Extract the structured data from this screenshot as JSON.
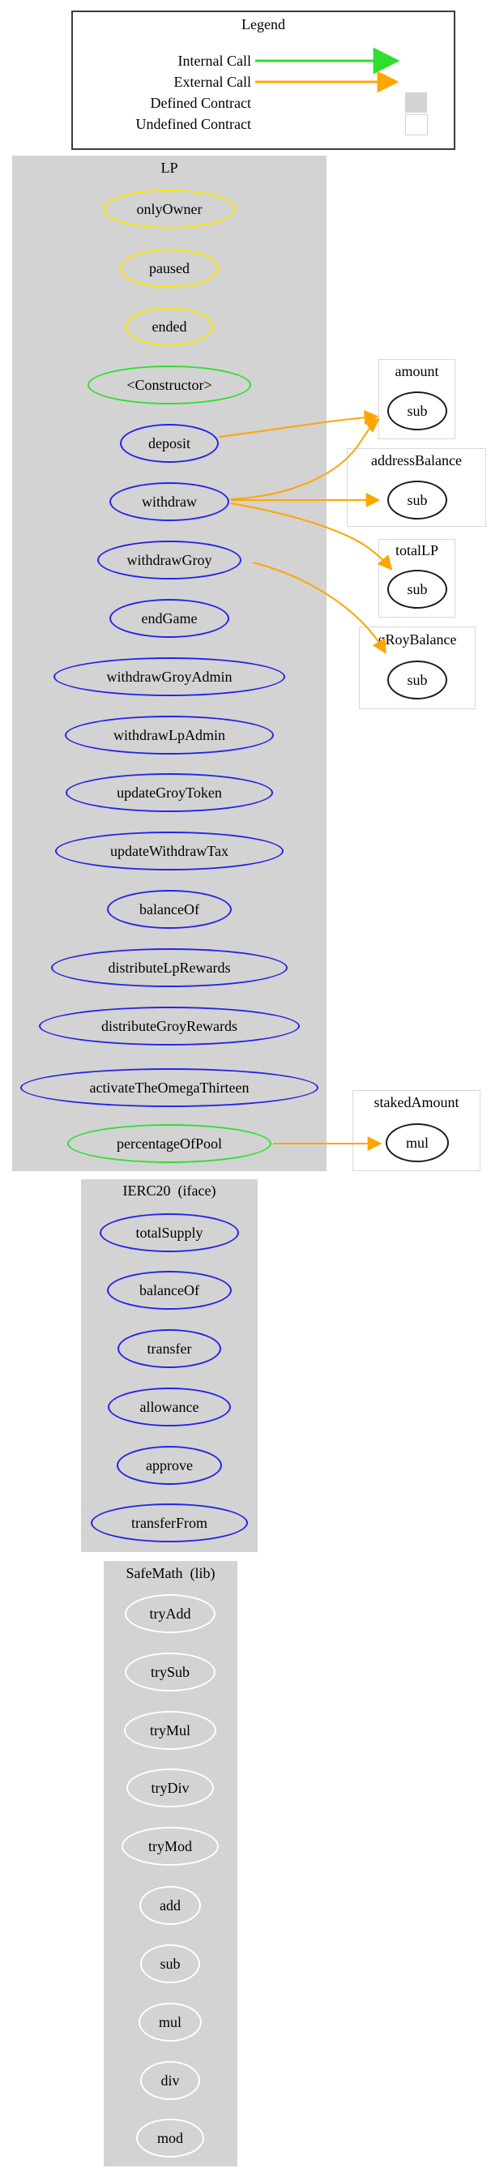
{
  "legend": {
    "title": "Legend",
    "items": [
      {
        "label": "Internal Call",
        "symbol": "green-arrow",
        "color": "#2fdf2f"
      },
      {
        "label": "External Call",
        "symbol": "orange-arrow",
        "color": "#ffa500"
      },
      {
        "label": "Defined Contract",
        "symbol": "filled-box",
        "color": "#d3d3d3"
      },
      {
        "label": "Undefined Contract",
        "symbol": "outlined-box",
        "color": "#ffffff"
      }
    ]
  },
  "clusters": [
    {
      "title": "LP",
      "nodes": [
        {
          "label": "onlyOwner",
          "stroke": "#ffe800"
        },
        {
          "label": "paused",
          "stroke": "#ffe800"
        },
        {
          "label": "ended",
          "stroke": "#ffe800"
        },
        {
          "label": "<Constructor>",
          "stroke": "#2fdf2f"
        },
        {
          "label": "deposit",
          "stroke": "#2424e8"
        },
        {
          "label": "withdraw",
          "stroke": "#2424e8"
        },
        {
          "label": "withdrawGroy",
          "stroke": "#2424e8"
        },
        {
          "label": "endGame",
          "stroke": "#2424e8"
        },
        {
          "label": "withdrawGroyAdmin",
          "stroke": "#2424e8"
        },
        {
          "label": "withdrawLpAdmin",
          "stroke": "#2424e8"
        },
        {
          "label": "updateGroyToken",
          "stroke": "#2424e8"
        },
        {
          "label": "updateWithdrawTax",
          "stroke": "#2424e8"
        },
        {
          "label": "balanceOf",
          "stroke": "#2424e8"
        },
        {
          "label": "distributeLpRewards",
          "stroke": "#2424e8"
        },
        {
          "label": "distributeGroyRewards",
          "stroke": "#2424e8"
        },
        {
          "label": "activateTheOmegaThirteen",
          "stroke": "#2424e8"
        },
        {
          "label": "percentageOfPool",
          "stroke": "#2fdf2f"
        }
      ]
    },
    {
      "title": "IERC20  (iface)",
      "nodes": [
        {
          "label": "totalSupply",
          "stroke": "#2424e8"
        },
        {
          "label": "balanceOf",
          "stroke": "#2424e8"
        },
        {
          "label": "transfer",
          "stroke": "#2424e8"
        },
        {
          "label": "allowance",
          "stroke": "#2424e8"
        },
        {
          "label": "approve",
          "stroke": "#2424e8"
        },
        {
          "label": "transferFrom",
          "stroke": "#2424e8"
        }
      ]
    },
    {
      "title": "SafeMath  (lib)",
      "nodes": [
        {
          "label": "tryAdd",
          "stroke": "#ffffff"
        },
        {
          "label": "trySub",
          "stroke": "#ffffff"
        },
        {
          "label": "tryMul",
          "stroke": "#ffffff"
        },
        {
          "label": "tryDiv",
          "stroke": "#ffffff"
        },
        {
          "label": "tryMod",
          "stroke": "#ffffff"
        },
        {
          "label": "add",
          "stroke": "#ffffff"
        },
        {
          "label": "sub",
          "stroke": "#ffffff"
        },
        {
          "label": "mul",
          "stroke": "#ffffff"
        },
        {
          "label": "div",
          "stroke": "#ffffff"
        },
        {
          "label": "mod",
          "stroke": "#ffffff"
        }
      ]
    }
  ],
  "external_boxes": [
    {
      "title": "amount",
      "node_label": "sub"
    },
    {
      "title": "addressBalance",
      "node_label": "sub"
    },
    {
      "title": "totalLP",
      "node_label": "sub"
    },
    {
      "title": "gRoyBalance",
      "node_label": "sub"
    },
    {
      "title": "stakedAmount",
      "node_label": "mul"
    }
  ],
  "edges": [
    {
      "from": "LP.deposit",
      "to": "amount.sub",
      "kind": "external-call",
      "color": "#ffa500"
    },
    {
      "from": "LP.withdraw",
      "to": "amount.sub",
      "kind": "external-call",
      "color": "#ffa500"
    },
    {
      "from": "LP.withdraw",
      "to": "addressBalance.sub",
      "kind": "external-call",
      "color": "#ffa500"
    },
    {
      "from": "LP.withdraw",
      "to": "totalLP.sub",
      "kind": "external-call",
      "color": "#ffa500"
    },
    {
      "from": "LP.withdrawGroy",
      "to": "gRoyBalance.sub",
      "kind": "external-call",
      "color": "#ffa500"
    },
    {
      "from": "LP.percentageOfPool",
      "to": "stakedAmount.mul",
      "kind": "external-call",
      "color": "#ffa500"
    }
  ],
  "colors": {
    "page_bg": "#ffffff",
    "cluster_fill": "#d3d3d3",
    "internal_call": "#2fdf2f",
    "external_call": "#ffa500",
    "modifier_stroke": "#ffe800",
    "public_stroke": "#2424e8",
    "constructor_stroke": "#2fdf2f",
    "lib_node_stroke": "#ffffff",
    "external_node_stroke": "#1c1c1c"
  }
}
